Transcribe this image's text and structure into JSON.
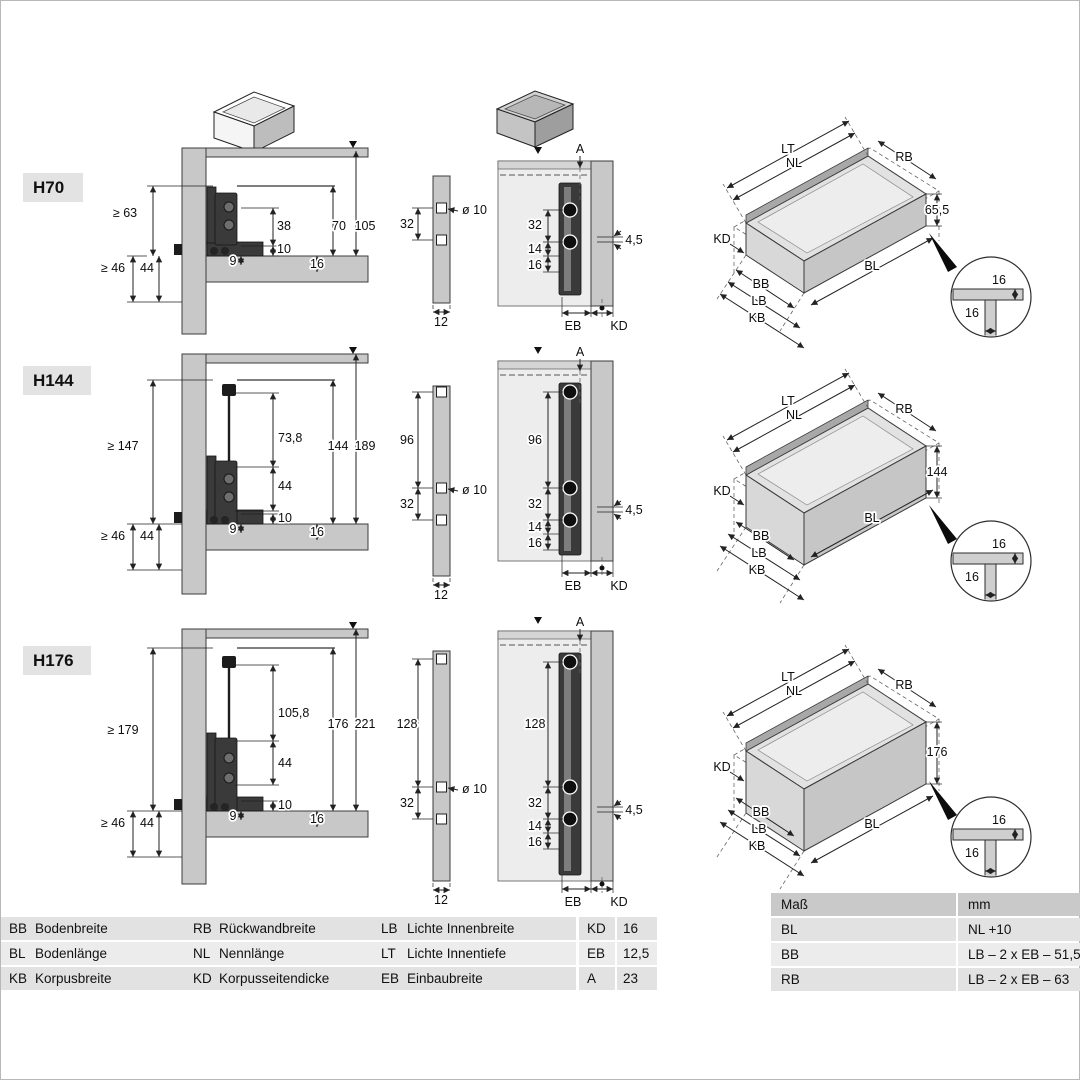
{
  "rows": [
    {
      "label": "H70",
      "left": {
        "geq_top": "≥ 63",
        "geq_bottom": "≥ 46",
        "d44_left": "44",
        "d38": "38",
        "d10": "10",
        "d9": "9",
        "d16": "16",
        "dh": "70",
        "dtotal": "105"
      },
      "strip": {
        "d32": "32",
        "hole": "ø 10",
        "d12": "12"
      },
      "right": {
        "a": "A",
        "d32": "32",
        "d14": "14",
        "d16": "16",
        "d45": "4,5",
        "eb": "EB",
        "kd": "KD"
      },
      "iso": {
        "lt": "LT",
        "nl": "NL",
        "rb": "RB",
        "h": "65,5",
        "kd": "KD",
        "bb": "BB",
        "bl": "BL",
        "lb": "LB",
        "kb": "KB",
        "det_top": "16",
        "det_bottom": "16"
      }
    },
    {
      "label": "H144",
      "left": {
        "geq_top": "≥ 147",
        "geq_bottom": "≥ 46",
        "d44_left": "44",
        "drail": "73,8",
        "d44": "44",
        "d10": "10",
        "d9": "9",
        "d16": "16",
        "dh": "144",
        "dtotal": "189"
      },
      "strip": {
        "dtop": "96",
        "d32": "32",
        "hole": "ø 10",
        "d12": "12"
      },
      "right": {
        "a": "A",
        "dtop": "96",
        "d32": "32",
        "d14": "14",
        "d16": "16",
        "d45": "4,5",
        "eb": "EB",
        "kd": "KD"
      },
      "iso": {
        "lt": "LT",
        "nl": "NL",
        "rb": "RB",
        "h": "144",
        "kd": "KD",
        "bb": "BB",
        "bl": "BL",
        "lb": "LB",
        "kb": "KB",
        "det_top": "16",
        "det_bottom": "16"
      }
    },
    {
      "label": "H176",
      "left": {
        "geq_top": "≥ 179",
        "geq_bottom": "≥ 46",
        "d44_left": "44",
        "drail": "105,8",
        "d44": "44",
        "d10": "10",
        "d9": "9",
        "d16": "16",
        "dh": "176",
        "dtotal": "221"
      },
      "strip": {
        "dtop": "128",
        "d32": "32",
        "hole": "ø 10",
        "d12": "12"
      },
      "right": {
        "a": "A",
        "dtop": "128",
        "d32": "32",
        "d14": "14",
        "d16": "16",
        "d45": "4,5",
        "eb": "EB",
        "kd": "KD"
      },
      "iso": {
        "lt": "LT",
        "nl": "NL",
        "rb": "RB",
        "h": "176",
        "kd": "KD",
        "bb": "BB",
        "bl": "BL",
        "lb": "LB",
        "kb": "KB",
        "det_top": "16",
        "det_bottom": "16"
      }
    }
  ],
  "legend": {
    "rows": [
      [
        {
          "abbr": "BB",
          "name": "Bodenbreite"
        },
        {
          "abbr": "RB",
          "name": "Rückwandbreite"
        },
        {
          "abbr": "LB",
          "name": "Lichte Innenbreite"
        }
      ],
      [
        {
          "abbr": "BL",
          "name": "Bodenlänge"
        },
        {
          "abbr": "NL",
          "name": "Nennlänge"
        },
        {
          "abbr": "LT",
          "name": "Lichte Innentiefe"
        }
      ],
      [
        {
          "abbr": "KB",
          "name": "Korpusbreite"
        },
        {
          "abbr": "KD",
          "name": "Korpusseitendicke"
        },
        {
          "abbr": "EB",
          "name": "Einbaubreite"
        }
      ]
    ]
  },
  "values": [
    {
      "key": "KD",
      "val": "16"
    },
    {
      "key": "EB",
      "val": "12,5"
    },
    {
      "key": "A",
      "val": "23"
    }
  ],
  "mass": {
    "header_key": "Maß",
    "header_val": "mm",
    "rows": [
      {
        "key": "BL",
        "val": "NL +10"
      },
      {
        "key": "BB",
        "val": "LB – 2 x EB – 51,5"
      },
      {
        "key": "RB",
        "val": "LB – 2 x EB – 63"
      }
    ]
  }
}
